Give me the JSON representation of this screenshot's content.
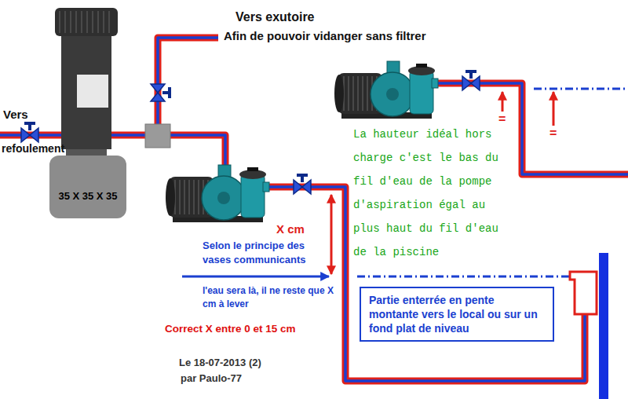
{
  "diagram": {
    "nodes": [
      {
        "text": [
          "35 X 35 X 35"
        ]
      },
      {
        "text": [
          "Partie enterrée en pente montante vers le local ou sur un fond plat de niveau"
        ]
      }
    ],
    "labels": [
      "Vers exutoire",
      "Afin de pouvoir vidanger sans filtrer",
      "Vers",
      "refoulement",
      "La hauteur idéal hors charge c'est le bas du fil d'eau de la pompe d'aspiration égal au plus haut du fil d'eau de la piscine",
      "=",
      "=",
      "X cm",
      "Selon le principe des vases communicants",
      "l'eau sera là, il ne reste que X cm à lever",
      "Correct X entre 0 et 15 cm",
      "Le 18-07-2013 (2)",
      "par Paulo-77"
    ]
  }
}
